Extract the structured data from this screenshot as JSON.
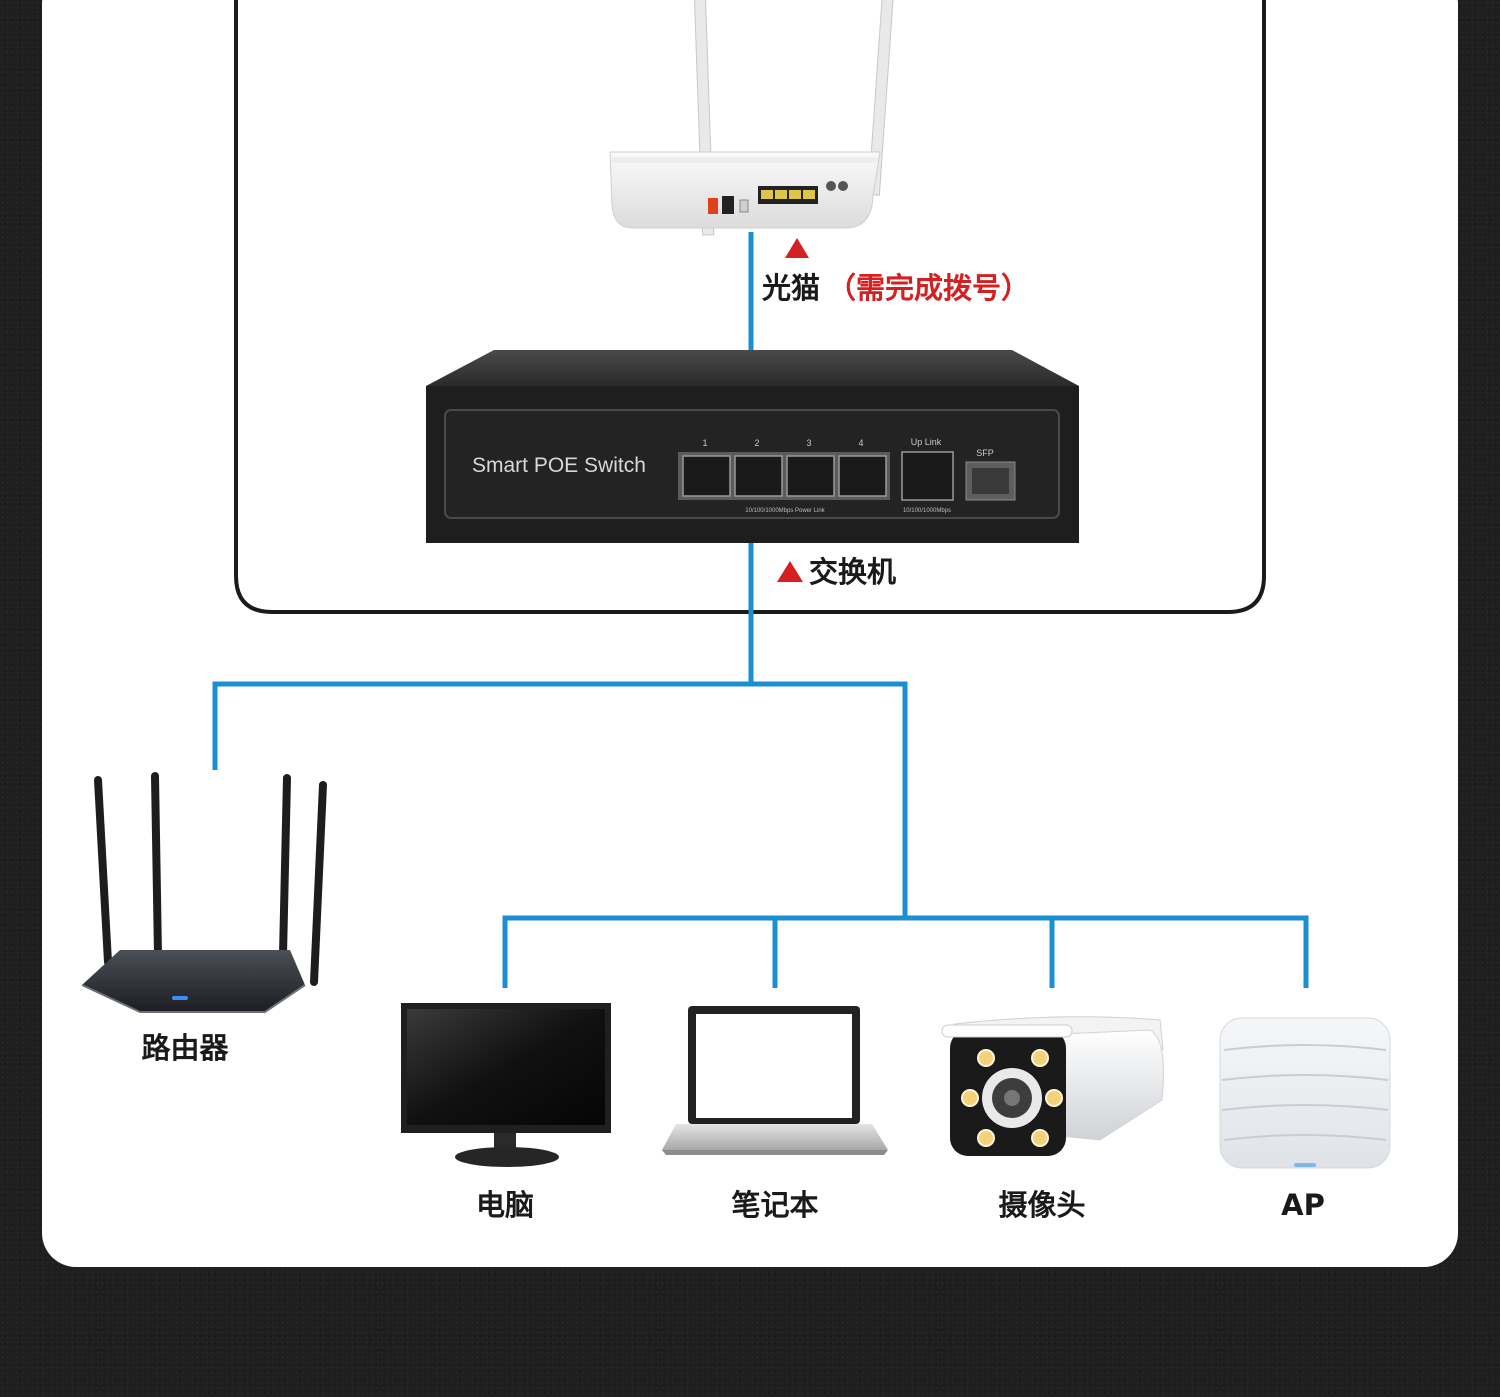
{
  "diagram": {
    "line_color": "#1a8fd1",
    "alert_color": "#d42020",
    "modem": {
      "name": "光猫",
      "note": "（需完成拨号）"
    },
    "switch": {
      "name": "交换机",
      "device_text": "Smart POE Switch",
      "port_numbers": [
        "1",
        "2",
        "3",
        "4"
      ],
      "uplink_label": "Up Link",
      "sfp_label": "SFP",
      "poe_ports_caption": "10/100/1000Mbps Power Link",
      "uplink_caption": "10/100/1000Mbps"
    },
    "router": {
      "name": "路由器"
    },
    "devices": {
      "pc": "电脑",
      "laptop": "笔记本",
      "camera": "摄像头",
      "ap": "AP"
    }
  }
}
